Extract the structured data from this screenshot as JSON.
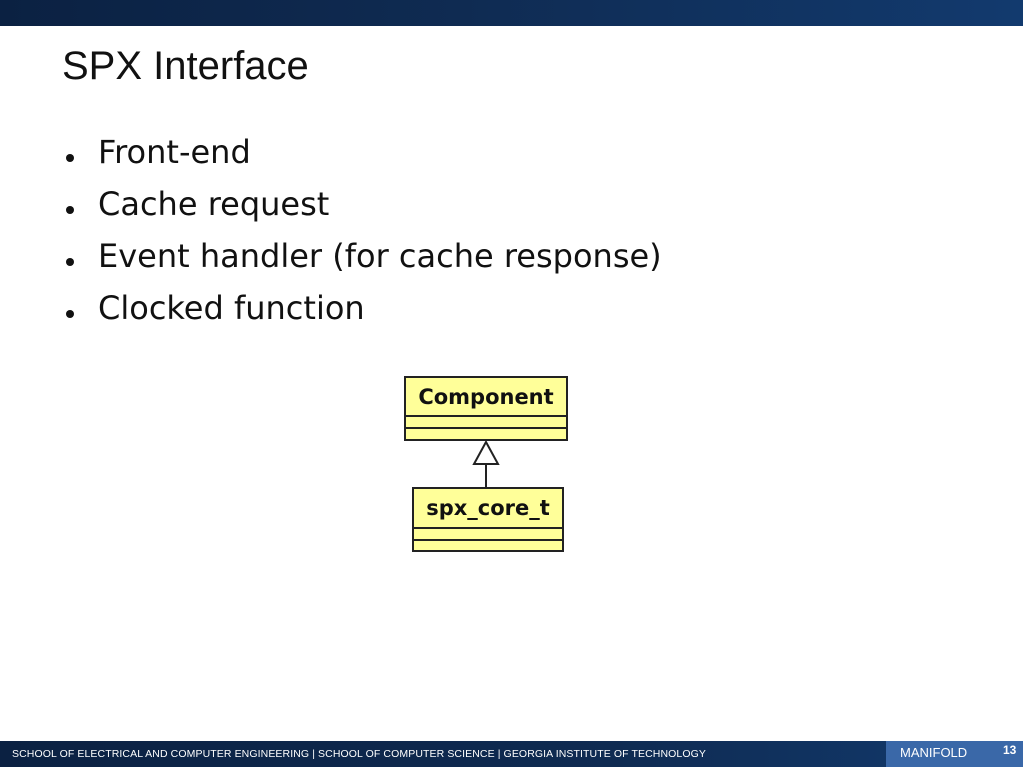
{
  "slide": {
    "title": "SPX Interface",
    "bullets": [
      "Front-end",
      "Cache request",
      "Event handler (for cache response)",
      "Clocked function"
    ]
  },
  "diagram": {
    "parent_class": "Component",
    "child_class": "spx_core_t",
    "relation": "inheritance",
    "box_fill": "#ffff99",
    "box_stroke": "#222222"
  },
  "footer": {
    "text": "SCHOOL OF ELECTRICAL AND COMPUTER ENGINEERING | SCHOOL OF COMPUTER SCIENCE | GEORGIA INSTITUTE OF TECHNOLOGY",
    "label": "MANIFOLD",
    "page_number": "13"
  },
  "colors": {
    "bar_dark": "#0f2b52",
    "bar_accent": "#3a68a8"
  }
}
